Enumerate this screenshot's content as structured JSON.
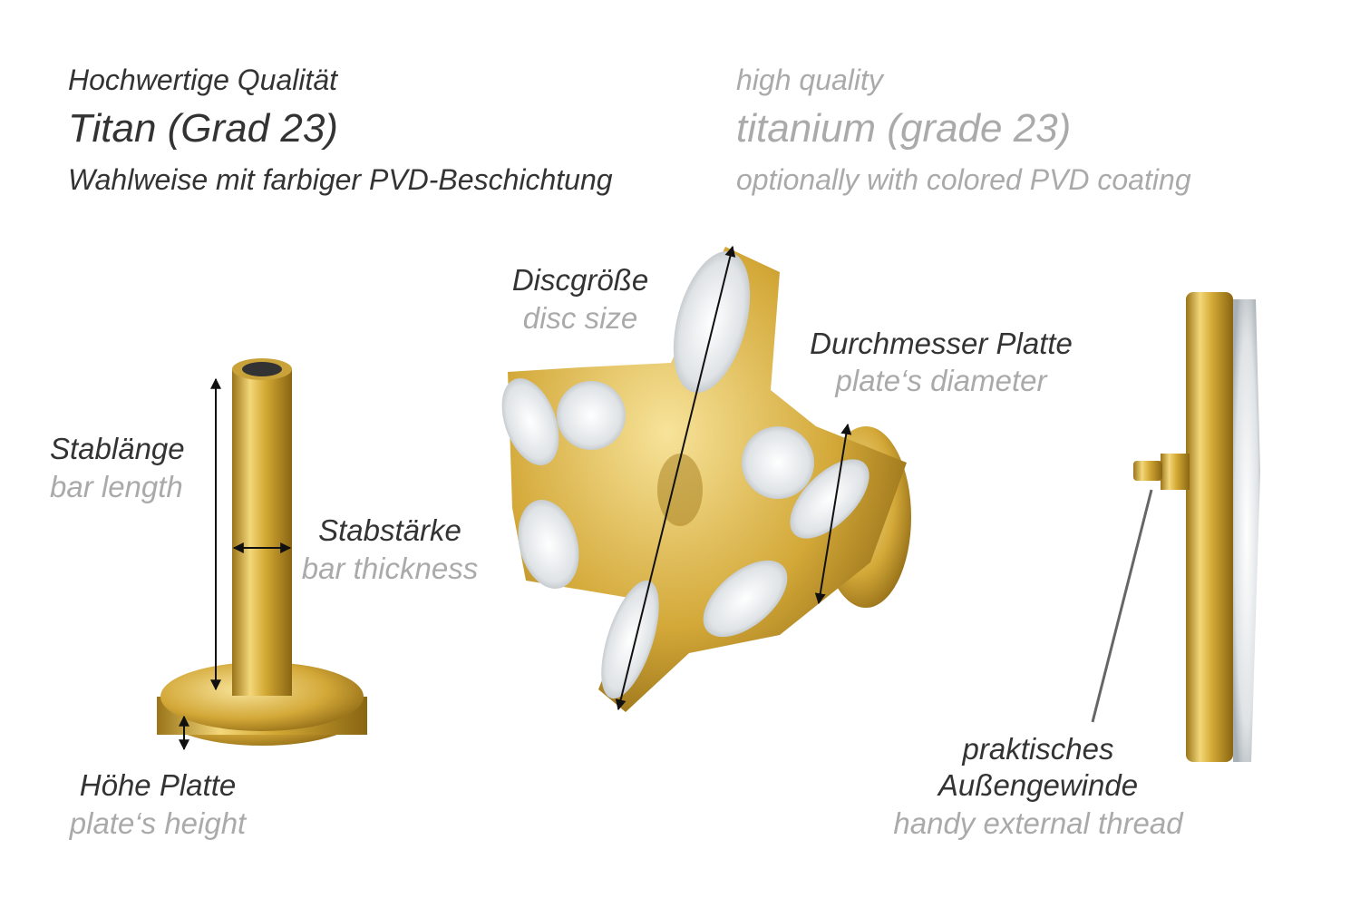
{
  "header": {
    "de": {
      "line1": "Hochwertige Qualität",
      "line2": "Titan (Grad 23)",
      "line3": "Wahlweise mit farbiger PVD-Beschichtung"
    },
    "en": {
      "line1": "high quality",
      "line2": "titanium (grade 23)",
      "line3": "optionally with colored PVD coating"
    }
  },
  "labels": {
    "disc_size": {
      "de": "Discgröße",
      "en": "disc size"
    },
    "plate_diameter": {
      "de": "Durchmesser Platte",
      "en": "plate‘s diameter"
    },
    "bar_length": {
      "de": "Stablänge",
      "en": "bar length"
    },
    "bar_thickness": {
      "de": "Stabstärke",
      "en": "bar thickness"
    },
    "plate_height": {
      "de": "Höhe Platte",
      "en": "plate‘s height"
    },
    "thread": {
      "de1": "praktisches",
      "de2": "Außengewinde",
      "en": "handy external thread"
    }
  },
  "colors": {
    "gold": "#d9b23a",
    "dark_text": "#333333",
    "light_text": "#aaaaaa"
  }
}
